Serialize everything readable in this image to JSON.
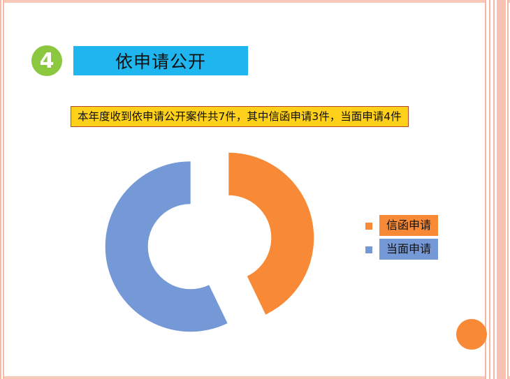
{
  "section": {
    "number": "4",
    "title": "依申请公开"
  },
  "summary_text": "本年度收到依申请公开案件共7件，其中信函申请3件，当面申请4件",
  "colors": {
    "badge": "#8cc83f",
    "title_bg": "#1fb6f0",
    "summary_bg": "#ffd11a",
    "summary_border": "#b5442f",
    "accent_dot": "#f88a37"
  },
  "chart_data": {
    "type": "pie",
    "style": "donut-exploded",
    "categories": [
      "信函申请",
      "当面申请"
    ],
    "values": [
      3,
      4
    ],
    "colors": [
      "#f88a37",
      "#7599d6"
    ],
    "legend_position": "right"
  }
}
